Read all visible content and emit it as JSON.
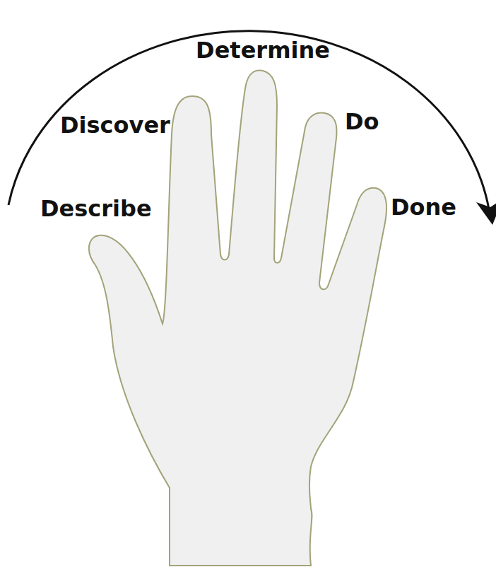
{
  "diagram": {
    "labels": [
      "Describe",
      "Discover",
      "Determine",
      "Do",
      "Done"
    ]
  }
}
